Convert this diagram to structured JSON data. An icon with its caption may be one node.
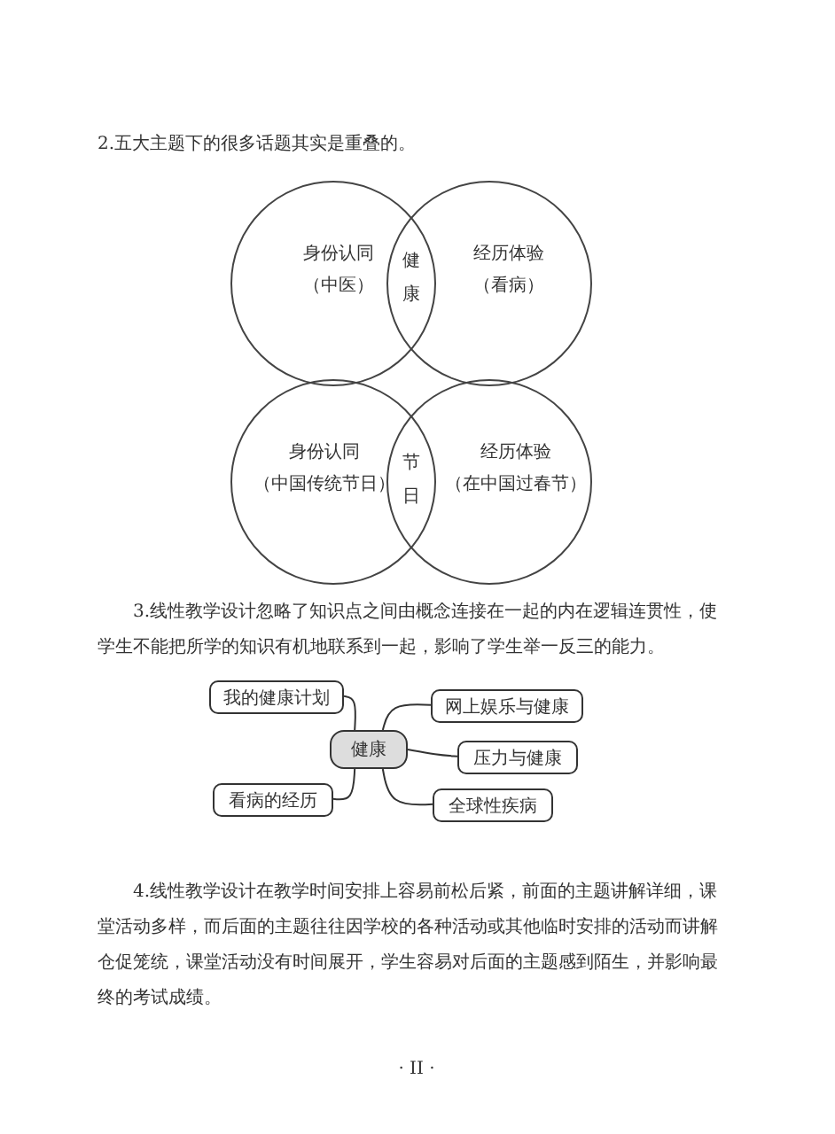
{
  "diagram": {
    "nodes": [
      {
        "text": [
          "身份认同",
          "（中医）"
        ]
      },
      {
        "text": [
          "经历体验",
          "（看病）"
        ]
      },
      {
        "text": [
          "身份认同",
          "（中国传统节日）"
        ]
      },
      {
        "text": [
          "经历体验",
          "（在中国过春节）"
        ]
      },
      {
        "text": [
          "我的健康计划"
        ]
      },
      {
        "text": [
          "网上娱乐与健康"
        ]
      },
      {
        "text": [
          "健康"
        ]
      },
      {
        "text": [
          "压力与健康"
        ]
      },
      {
        "text": [
          "看病的经历"
        ]
      },
      {
        "text": [
          "全球性疾病"
        ]
      }
    ],
    "edges": [
      {
        "from": 6,
        "to": 4,
        "arrow": "none"
      },
      {
        "from": 6,
        "to": 5,
        "arrow": "none"
      },
      {
        "from": 6,
        "to": 7,
        "arrow": "none"
      },
      {
        "from": 6,
        "to": 8,
        "arrow": "none"
      },
      {
        "from": 6,
        "to": 9,
        "arrow": "none"
      }
    ],
    "labels": [
      "2.五大主题下的很多话题其实是重叠的。",
      "健康",
      "节日",
      "3.线性教学设计忽略了知识点之间由概念连接在一起的内在逻辑连贯性，使学生不能把所学的知识有机地联系到一起，影响了学生举一反三的能力。",
      "4.线性教学设计在教学时间安排上容易前松后紧，前面的主题讲解详细，课堂活动多样，而后面的主题往往因学校的各种活动或其他临时安排的活动而讲解仓促笼统，课堂活动没有时间展开，学生容易对后面的主题感到陌生，并影响最终的考试成绩。",
      "· II ·"
    ]
  }
}
